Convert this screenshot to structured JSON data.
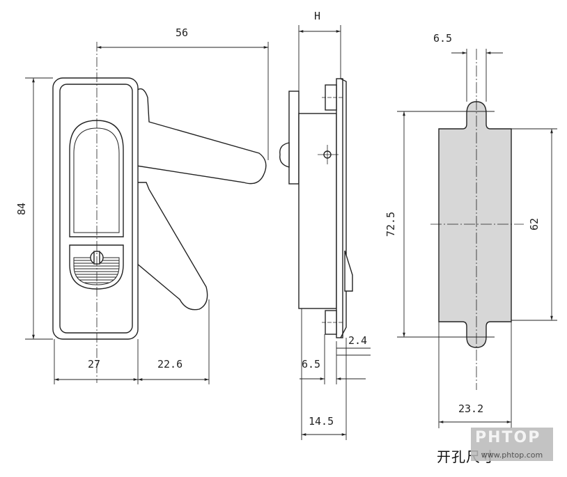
{
  "dimensions": {
    "overall_width": "56",
    "height": "84",
    "body_width": "27",
    "handle_reach": "22.6",
    "depth_h": "H",
    "depth_2_4": "2.4",
    "depth_6_5": "6.5",
    "depth_total": "14.5",
    "cutout_slot_width": "6.5",
    "cutout_total_height": "72.5",
    "cutout_height": "62",
    "cutout_width": "23.2"
  },
  "caption": "开孔尺寸",
  "watermark": {
    "logo": "PHTOP",
    "url": "www.phtop.com"
  },
  "colors": {
    "line": "#222222",
    "cutout_fill": "#d7d7d7",
    "background": "#ffffff"
  }
}
